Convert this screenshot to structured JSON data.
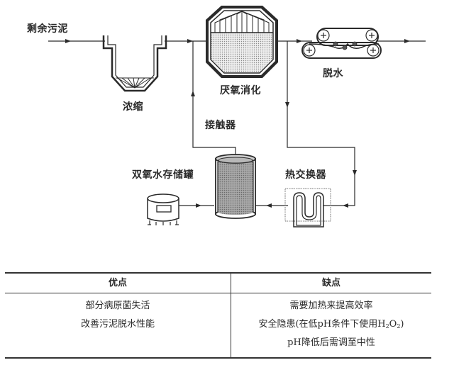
{
  "diagram": {
    "labels": {
      "input": "剩余污泥",
      "thickening": "浓缩",
      "anaerobic_digestion": "厌氧消化",
      "dewatering": "脱水",
      "contactor": "接触器",
      "h2o2_storage_tank": "双氧水存储罐",
      "heat_exchanger": "热交换器"
    },
    "colors": {
      "line": "#2a2a2a",
      "fill_grey": "#9a9a9a",
      "fill_light": "#dcdcdc"
    }
  },
  "table": {
    "headers": [
      "优点",
      "缺点"
    ],
    "advantages": [
      "部分病原菌失活",
      "改善污泥脱水性能"
    ],
    "disadvantages": [
      "需要加热来提高效率",
      "安全隐患(在低pH条件下使用H2O2)",
      "pH降低后需调至中性"
    ]
  }
}
